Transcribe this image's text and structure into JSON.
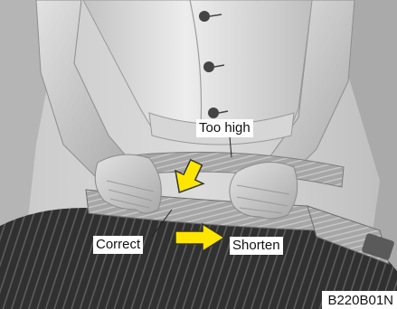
{
  "labels": {
    "too_high": "Too high",
    "correct": "Correct",
    "shorten": "Shorten"
  },
  "figure_code": "B220B01N",
  "colors": {
    "arrow_fill": "#ffe600",
    "arrow_stroke": "#333333",
    "label_background": "#ffffff"
  },
  "icons": {
    "down_arrow": "down-arrow-icon",
    "right_arrow": "right-arrow-icon"
  }
}
